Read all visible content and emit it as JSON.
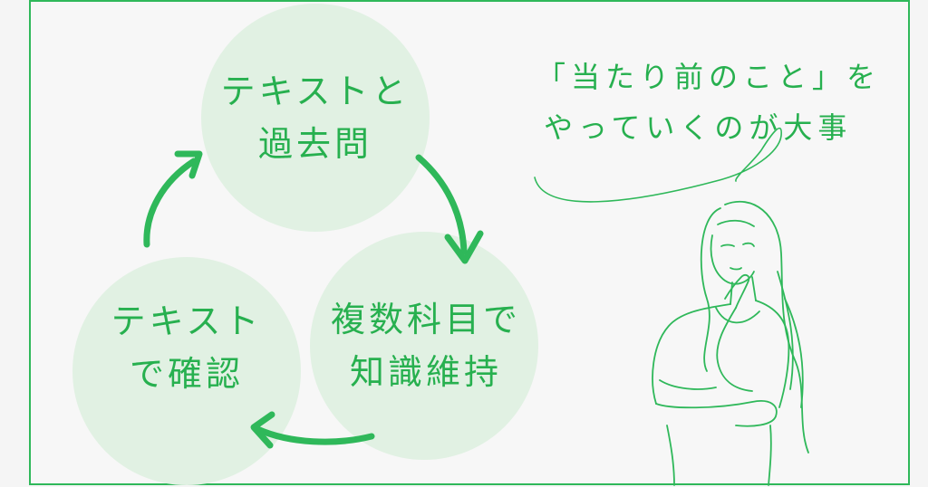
{
  "cycle": {
    "top": {
      "line1": "テキストと",
      "line2": "過去問"
    },
    "right": {
      "line1": "複数科目で",
      "line2": "知識維持"
    },
    "left": {
      "line1": "テキスト",
      "line2": "で確認"
    }
  },
  "speech": {
    "line1": "「当たり前のこと」を",
    "line2": "やっていくのが大事"
  },
  "colors": {
    "accent": "#2fb85a",
    "circle_fill": "#e1f1e3",
    "background": "#f7f7f7"
  },
  "icons": [
    "woman-thinking-illustration",
    "cycle-arrow-right",
    "cycle-arrow-bottom",
    "cycle-arrow-left"
  ]
}
